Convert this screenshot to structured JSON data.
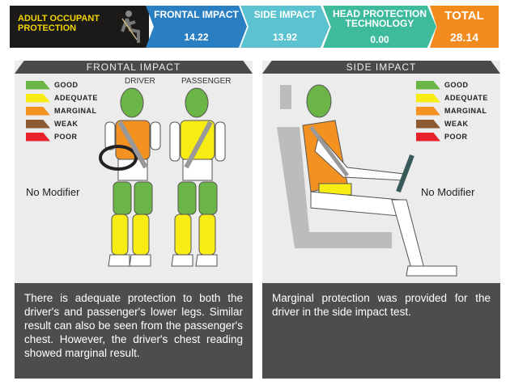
{
  "banner": {
    "title": "ADULT OCCUPANT PROTECTION",
    "frontal_label": "FRONTAL IMPACT",
    "frontal_value": "14.22",
    "side_label": "SIDE IMPACT",
    "side_value": "13.92",
    "head_label": "HEAD PROTECTION TECHNOLOGY",
    "head_value": "0.00",
    "total_label": "TOTAL",
    "total_value": "28.14"
  },
  "legend": [
    {
      "label": "GOOD",
      "color": "#6ab545"
    },
    {
      "label": "ADEQUATE",
      "color": "#f7ec13"
    },
    {
      "label": "MARGINAL",
      "color": "#f39221"
    },
    {
      "label": "WEAK",
      "color": "#8b5a33"
    },
    {
      "label": "POOR",
      "color": "#e8222b"
    }
  ],
  "frontal": {
    "title": "FRONTAL IMPACT",
    "driver": "DRIVER",
    "passenger": "PASSENGER",
    "modifier": "No Modifier",
    "text": "There is adequate protection to both the driver's and passenger's lower legs. Similar result can also be seen from the passenger's chest. However, the driver's chest reading showed marginal result."
  },
  "side": {
    "title": "SIDE IMPACT",
    "modifier": "No Modifier",
    "text": "Marginal protection was provided for the driver in the side impact test."
  }
}
